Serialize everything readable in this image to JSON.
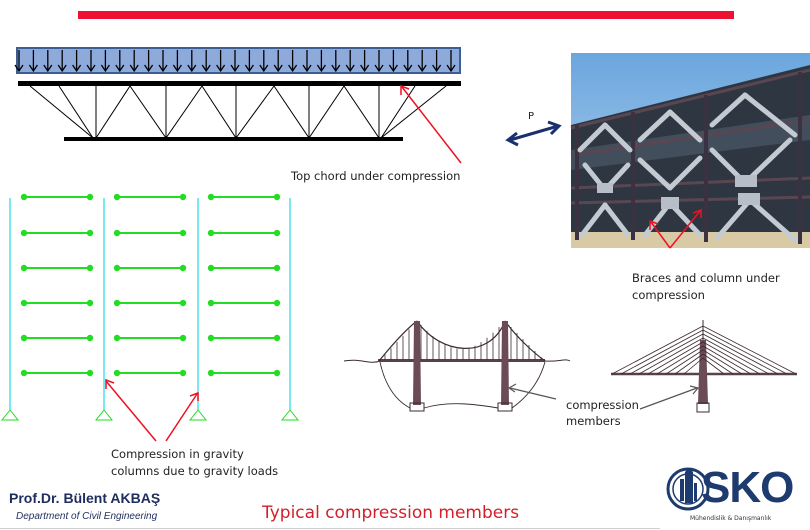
{
  "slide": {
    "title": "Typical compression members",
    "author": "Prof.Dr. Bülent AKBAŞ",
    "department": "Department of Civil Engineering"
  },
  "annotations": {
    "truss": "Top chord under compression",
    "load_label": "P",
    "braced_frame_line1": "Braces and column under",
    "braced_frame_line2": "compression",
    "gravity_line1": "Compression in gravity",
    "gravity_line2": "columns due to gravity loads",
    "bridge_line1": "compression",
    "bridge_line2": "members"
  },
  "logo": {
    "name": "SKO",
    "tagline": "Mühendislik & Danışmanlık"
  },
  "colors": {
    "accent_red": "#ee1133",
    "title_red": "#d21f2a",
    "navy": "#1e2d5e",
    "load_fill": "#8eaadb",
    "load_border": "#3b5f94",
    "column_cyan": "#33ddee",
    "beam_green": "#22dd22"
  }
}
